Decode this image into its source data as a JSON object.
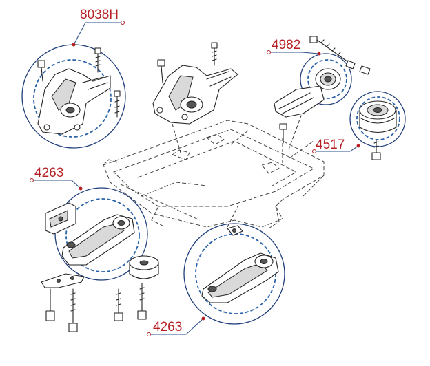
{
  "callouts": [
    {
      "id": "mount-upper-left",
      "label": "8038H"
    },
    {
      "id": "mount-upper-right",
      "label": "4982"
    },
    {
      "id": "mount-right",
      "label": "4517"
    },
    {
      "id": "mount-lower-left",
      "label": "4263"
    },
    {
      "id": "mount-lower-right",
      "label": "4263"
    }
  ]
}
